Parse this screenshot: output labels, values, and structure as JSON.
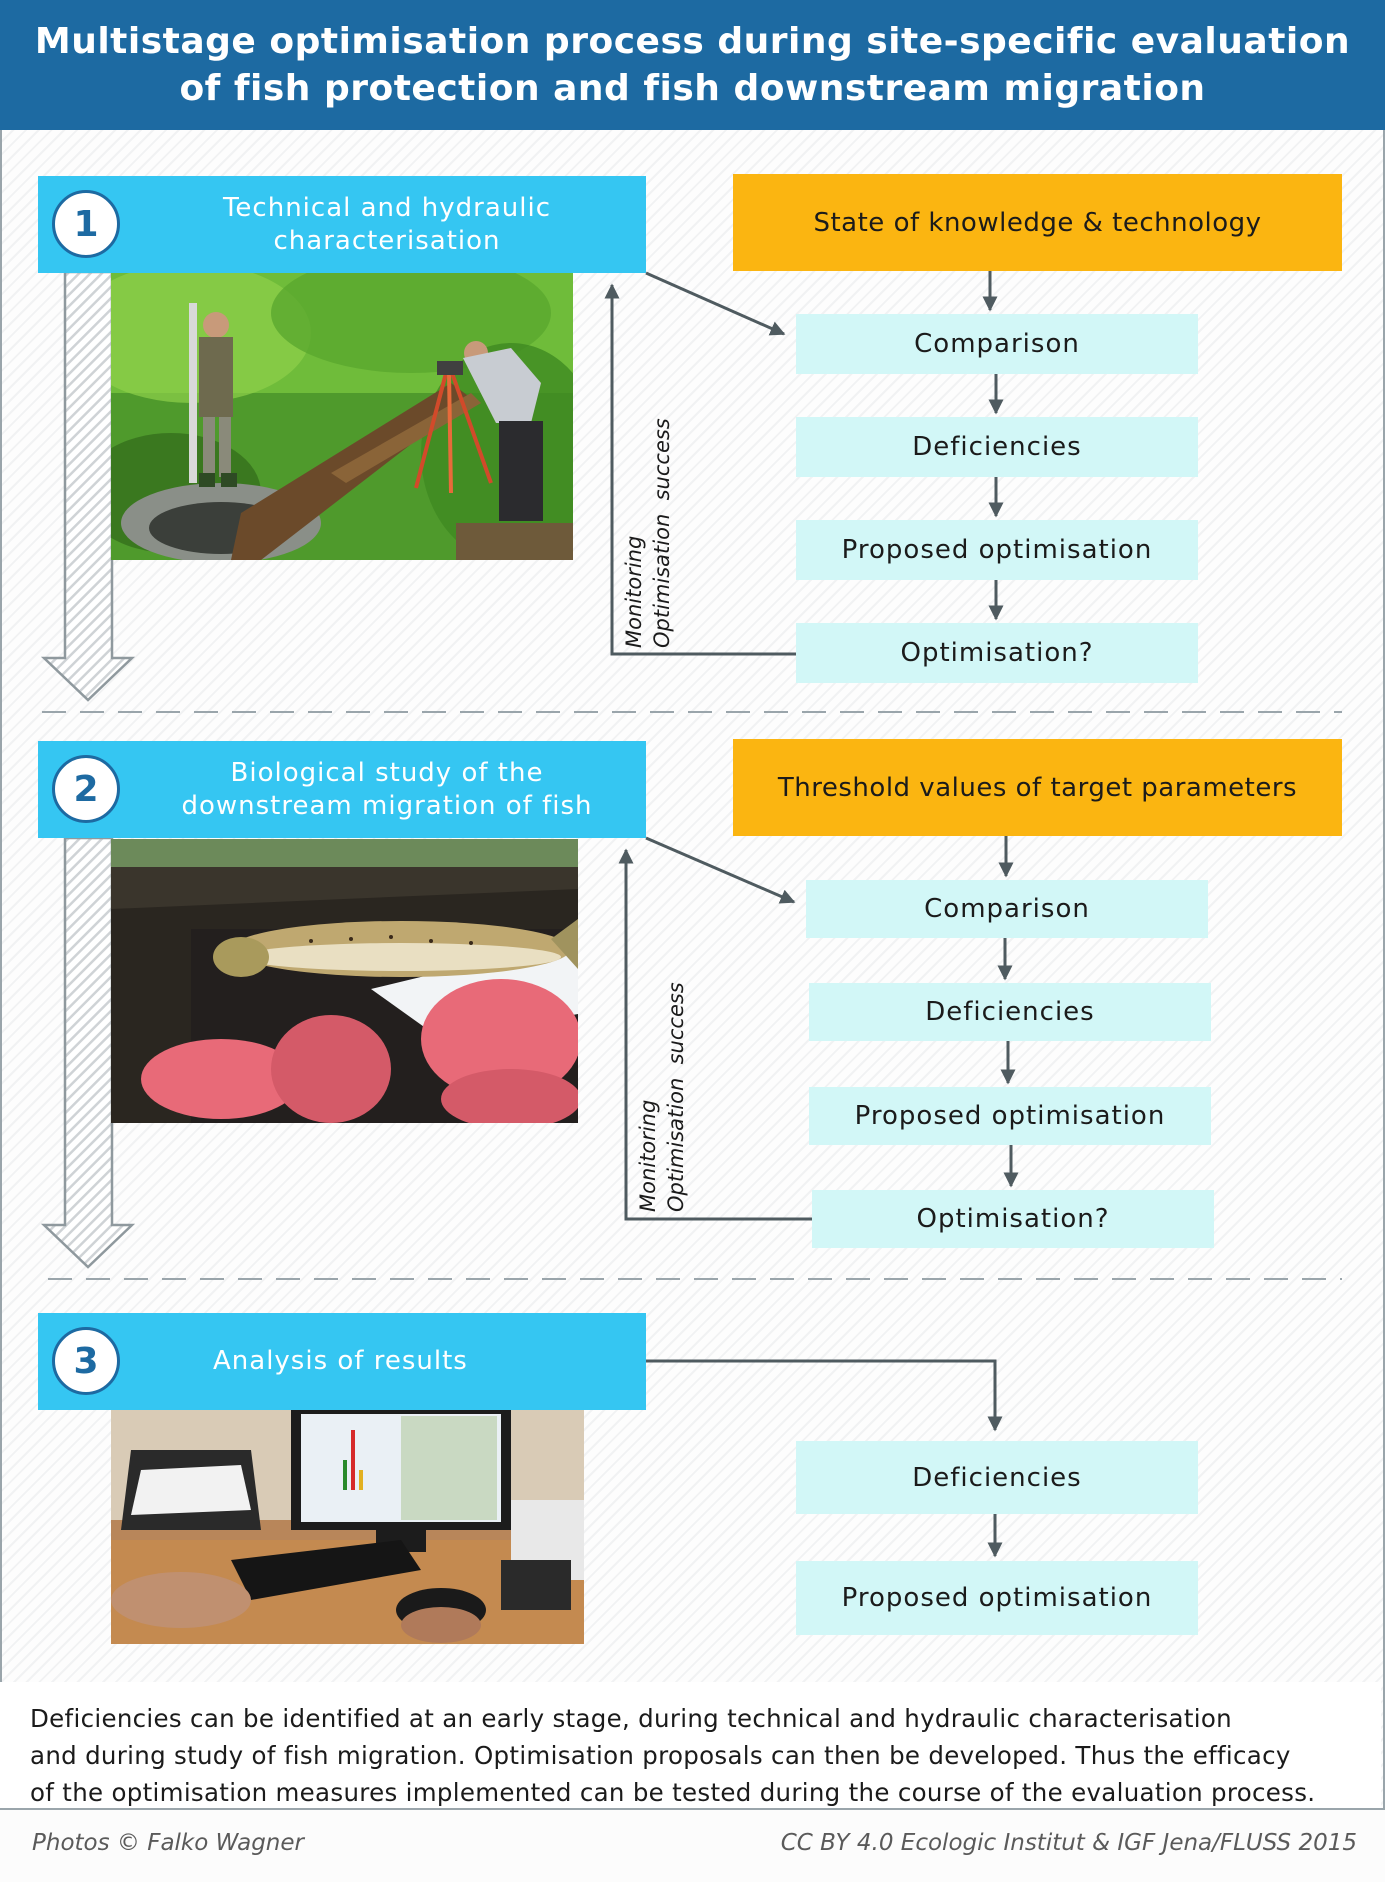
{
  "header": {
    "title_line1": "Multistage optimisation process during site-specific evaluation",
    "title_line2": "of fish protection and fish downstream migration"
  },
  "stage1": {
    "number": "1",
    "title_line1": "Technical and hydraulic",
    "title_line2": "characterisation",
    "reference": "State of knowledge & technology",
    "steps": [
      "Comparison",
      "Deficiencies",
      "Proposed optimisation",
      "Optimisation?"
    ],
    "feedback_line1": "Monitoring",
    "feedback_line2": "Optimisation  success"
  },
  "stage2": {
    "number": "2",
    "title_line1": "Biological study of the",
    "title_line2": "downstream migration of fish",
    "reference": "Threshold values of target parameters",
    "steps": [
      "Comparison",
      "Deficiencies",
      "Proposed optimisation",
      "Optimisation?"
    ],
    "feedback_line1": "Monitoring",
    "feedback_line2": "Optimisation  success"
  },
  "stage3": {
    "number": "3",
    "title": "Analysis of results",
    "steps": [
      "Deficiencies",
      "Proposed optimisation"
    ]
  },
  "footer": {
    "line1": "Deficiencies can be identified at an early stage, during technical and hydraulic characterisation",
    "line2": "and during study of fish migration. Optimisation proposals can then be developed. Thus the efficacy",
    "line3": "of the optimisation measures implemented can be tested during the course of the evaluation process.",
    "photo_credit": "Photos © Falko Wagner",
    "license": "CC BY 4.0  Ecologic Institut & IGF Jena/FLUSS 2015"
  },
  "colors": {
    "header": "#1d6aa2",
    "step_bar": "#35c6f2",
    "reference_box": "#fbb511",
    "flow_box": "#d2f7f7",
    "connector": "#4f5b60"
  }
}
